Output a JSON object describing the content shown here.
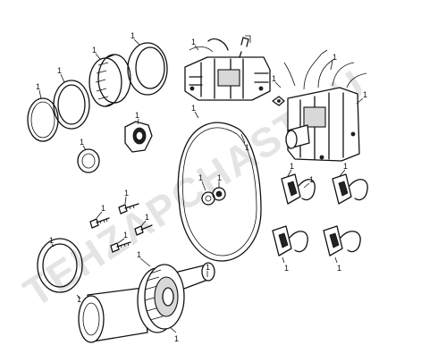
{
  "callouts": {
    "c1": "1",
    "c2": "1",
    "c3": "1",
    "c4": "1",
    "c5": "1",
    "c6": "1",
    "c7": "1",
    "c8": "1",
    "c9": "1",
    "c10": "1",
    "c11": "1",
    "c12": "1",
    "c13": "1",
    "c14": "1",
    "c15": "1",
    "c16": "1",
    "c17": "1",
    "c18": "1",
    "c19": "1",
    "c20": "1",
    "c21": "1",
    "c22": "1",
    "c23": "1",
    "c24": "1",
    "c25": "1",
    "c26": "1",
    "c27": "1",
    "c28": "1"
  },
  "watermark": "TEHZAPCHAST.RU"
}
